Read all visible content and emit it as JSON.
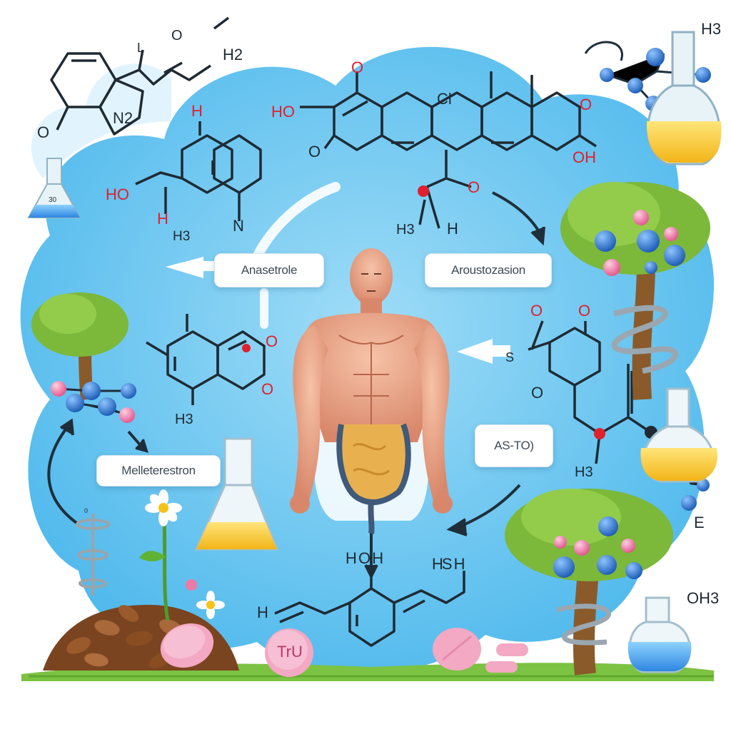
{
  "labels": {
    "anastrole": "Anasetrole",
    "aroustozasion": "Aroustozasion",
    "meileterestron": "Melleterestron",
    "asto": "AS-TO)"
  },
  "atoms": {
    "o_topleft": "O",
    "o_small": "O",
    "l_small": "L",
    "h2_topright": "H2",
    "n2": "N2",
    "o_left": "O",
    "h_red": "H",
    "ho_left": "HO",
    "h_red2": "H",
    "n_mid": "N",
    "h3_mid": "H3",
    "o_top1": "O",
    "ho_top": "HO",
    "cl": "Cl",
    "o_right": "O",
    "o_bl": "O",
    "oh_right": "OH",
    "o_red_mid": "O",
    "h3_low": "H3",
    "h_low": "H",
    "o_ring1": "O",
    "o_ring2": "O",
    "h3_left": "H3",
    "s_right": "S",
    "o_r1": "O",
    "o_r2": "O",
    "o_r3": "O",
    "h3_right": "H3",
    "e_right": "E",
    "h3_corner": "H3",
    "oh_bottom": "OH",
    "h_left_bottom": "H",
    "hs_h": "HS H",
    "oh_h": "H O H",
    "o_h3_br": "OH3",
    "flask_tag": "30",
    "stand_tag": "0"
  },
  "pill": {
    "text": "TrU"
  },
  "colors": {
    "sky": "#5cc3f0",
    "cloud": "#e6f6fd",
    "grass": "#7cc243",
    "leaf": "#7cb83a",
    "atom_blue": "#2f7fd6",
    "atom_pink": "#ee7aa6",
    "oxygen_red": "#e0202e",
    "bond": "#1f2a33",
    "skin": "#e9a88b",
    "pill": "#f3a8c3"
  },
  "icons": [
    "flask-icon",
    "tree-icon",
    "molecule-icon",
    "flower-icon",
    "pill-icon",
    "arrow-icon",
    "helix-icon",
    "human-figure-icon"
  ]
}
